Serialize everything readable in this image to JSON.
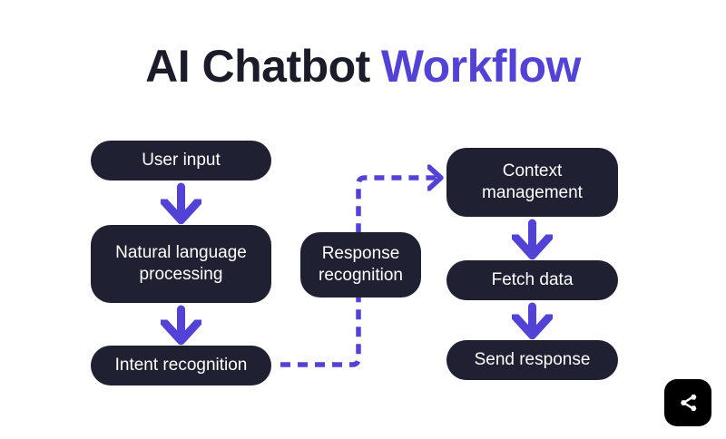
{
  "page": {
    "background_color": "#ffffff",
    "accent_color": "#5243d6",
    "node_color": "#1f2031",
    "node_text_color": "#ffffff"
  },
  "title": {
    "main": "AI Chatbot",
    "accent": "Workflow",
    "full": "AI Chatbot Workflow"
  },
  "nodes": [
    {
      "id": "user-input",
      "label": "User input",
      "lines": [
        "User input"
      ]
    },
    {
      "id": "nlp",
      "label": "Natural language processing",
      "lines": [
        "Natural language",
        "processing"
      ]
    },
    {
      "id": "intent",
      "label": "Intent recognition",
      "lines": [
        "Intent recognition"
      ]
    },
    {
      "id": "response",
      "label": "Response recognition",
      "lines": [
        "Response",
        "recognition"
      ]
    },
    {
      "id": "context",
      "label": "Context management",
      "lines": [
        "Context",
        "management"
      ]
    },
    {
      "id": "fetch",
      "label": "Fetch data",
      "lines": [
        "Fetch data"
      ]
    },
    {
      "id": "send",
      "label": "Send response",
      "lines": [
        "Send response"
      ]
    }
  ],
  "connectors": [
    {
      "from": "user-input",
      "to": "nlp",
      "style": "solid",
      "direction": "down"
    },
    {
      "from": "nlp",
      "to": "intent",
      "style": "solid",
      "direction": "down"
    },
    {
      "from": "intent",
      "to": "context",
      "style": "dashed",
      "direction": "right-up-right"
    },
    {
      "from": "context",
      "to": "fetch",
      "style": "solid",
      "direction": "down"
    },
    {
      "from": "fetch",
      "to": "send",
      "style": "solid",
      "direction": "down"
    }
  ],
  "badge": {
    "icon": "share-icon",
    "background_color": "#000000",
    "icon_color": "#ffffff"
  }
}
